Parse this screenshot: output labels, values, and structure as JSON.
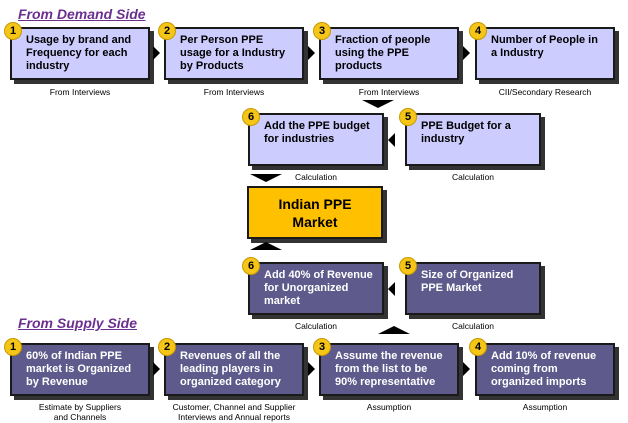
{
  "demand": {
    "title": "From Demand Side",
    "steps": [
      {
        "num": "1",
        "text": "Usage by brand and Frequency for each industry",
        "source": "From Interviews"
      },
      {
        "num": "2",
        "text": "Per Person PPE usage for a Industry by Products",
        "source": "From Interviews"
      },
      {
        "num": "3",
        "text": "Fraction of people using the PPE products",
        "source": "From Interviews"
      },
      {
        "num": "4",
        "text": "Number of People in a Industry",
        "source": "CII/Secondary Research"
      }
    ],
    "budget": [
      {
        "num": "6",
        "text": "Add the PPE budget for industries",
        "source": "Calculation"
      },
      {
        "num": "5",
        "text": "PPE Budget for a industry",
        "source": "Calculation"
      }
    ]
  },
  "center": {
    "title_line1": "Indian PPE",
    "title_line2": "Market"
  },
  "supply": {
    "title": "From Supply Side",
    "calc": [
      {
        "num": "6",
        "text": "Add 40% of Revenue for Unorganized market",
        "source": "Calculation"
      },
      {
        "num": "5",
        "text": "Size of Organized PPE Market",
        "source": "Calculation"
      }
    ],
    "steps": [
      {
        "num": "1",
        "text": "60% of Indian PPE market is Organized by Revenue",
        "source_line1": "Estimate by Suppliers",
        "source_line2": "and Channels"
      },
      {
        "num": "2",
        "text": "Revenues of all the leading players in organized category",
        "source_line1": "Customer, Channel and Supplier",
        "source_line2": "Interviews and Annual reports"
      },
      {
        "num": "3",
        "text": "Assume the revenue from the list to be 90% representative",
        "source_line1": "Assumption",
        "source_line2": ""
      },
      {
        "num": "4",
        "text": "Add 10% of revenue coming from organized imports",
        "source_line1": "Assumption",
        "source_line2": ""
      }
    ]
  },
  "colors": {
    "light_box": "#ccccff",
    "dark_box": "#5e5a8c",
    "center_box": "#ffc000",
    "badge": "#f5c518",
    "section_title": "#6b2f8f"
  }
}
